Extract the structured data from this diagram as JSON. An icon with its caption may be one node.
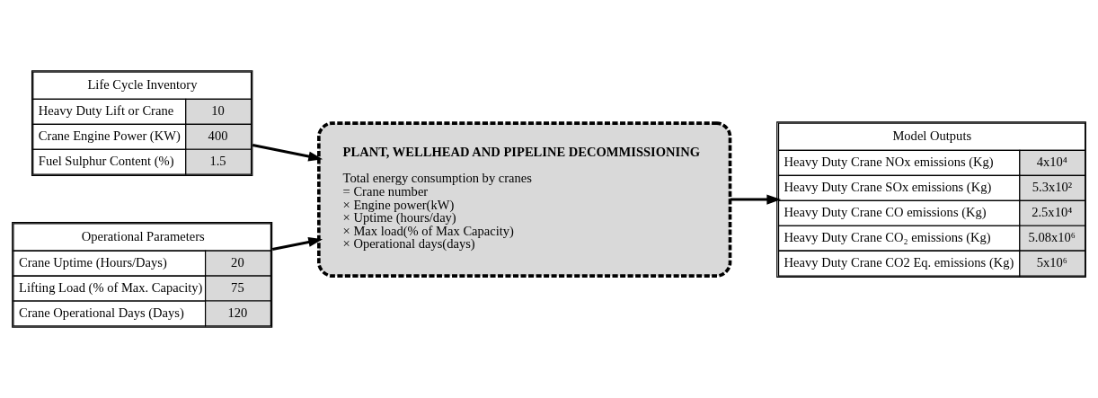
{
  "diagram": {
    "nodes": [
      {
        "text": [
          "Life Cycle Inventory",
          "Heavy Duty Lift or Crane",
          "10",
          "Crane Engine Power (KW)",
          "400",
          "Fuel Sulphur Content (%)",
          "1.5"
        ]
      },
      {
        "text": [
          "Operational Parameters",
          "Crane Uptime (Hours/Days)",
          "20",
          "Lifting Load (% of Max. Capacity)",
          "75",
          "Crane Operational Days (Days)",
          "120"
        ]
      },
      {
        "text": [
          "PLANT, WELLHEAD AND PIPELINE DECOMMISSIONING",
          "Total energy consumption by cranes",
          "= Crane number",
          "× Engine power(kW)",
          "× Uptime (hours/day)",
          "× Max load(% of Max Capacity)",
          "× Operational days(days)"
        ]
      },
      {
        "text": [
          "Model Outputs",
          "Heavy Duty Crane NOx emissions (Kg)",
          "4x10⁴",
          "Heavy Duty Crane SOx emissions (Kg)",
          "5.3x10²",
          "Heavy Duty Crane CO emissions (Kg)",
          "2.5x10⁴",
          "Heavy Duty Crane CO₂ emissions (Kg)",
          "5.08x10⁶",
          "Heavy Duty Crane CO2 Eq. emissions (Kg)",
          "5x10⁶"
        ]
      }
    ],
    "edges": [
      {
        "from": 0,
        "to": 2,
        "arrow": "to"
      },
      {
        "from": 1,
        "to": 2,
        "arrow": "to"
      },
      {
        "from": 2,
        "to": 3,
        "arrow": "to"
      }
    ]
  }
}
